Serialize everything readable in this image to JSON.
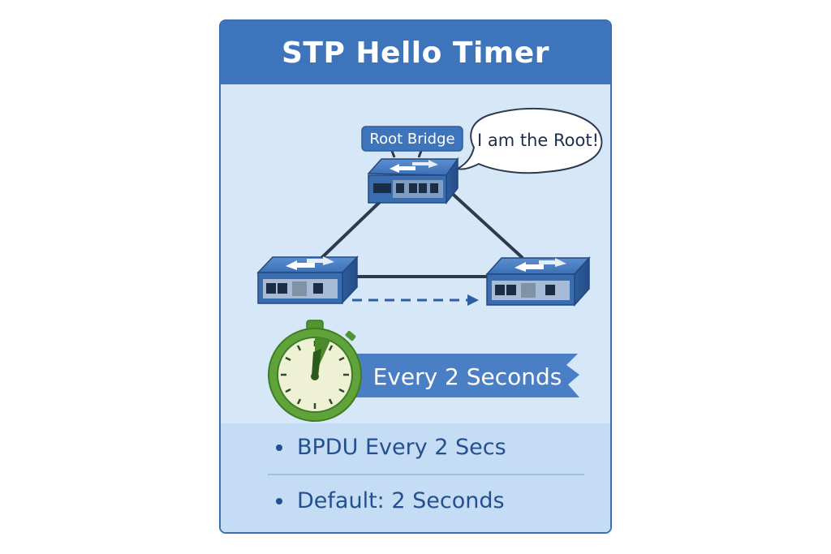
{
  "title": "STP Hello Timer",
  "root_bridge_label": "Root Bridge",
  "speech_bubble_text": "I am the Root!",
  "timer_banner_text": "Every 2 Seconds",
  "bullets": [
    "BPDU Every 2 Secs",
    "Default: 2 Seconds"
  ],
  "colors": {
    "header_blue": "#3d74bc",
    "switch_blue": "#3b6fb5",
    "stopwatch_green": "#5fa33a",
    "text_blue": "#25508f"
  },
  "icons": [
    "network-switch-icon",
    "stopwatch-icon",
    "arrow-right-icon"
  ]
}
